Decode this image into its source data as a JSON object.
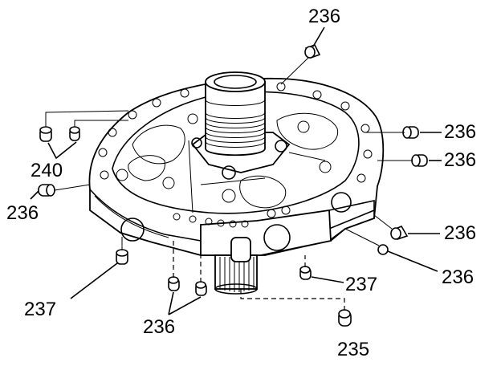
{
  "callouts": {
    "top": "236",
    "right_upper": "236",
    "right_middle": "236",
    "left_pair": "240",
    "left_single": "236",
    "right_lower": "236",
    "right_bottom": "236",
    "bottom_left": "237",
    "bottom_center_pair": "236",
    "bottom_right_237": "237",
    "bottom_right_235": "235"
  }
}
